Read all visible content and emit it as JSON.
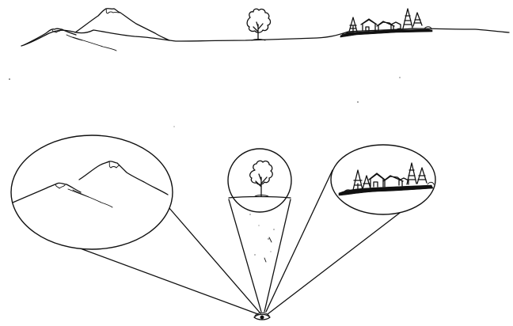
{
  "scene": {
    "ink_color": "#111111",
    "paper_color": "#ffffff",
    "top_landscape": [
      "mountains",
      "tree",
      "village"
    ],
    "views": [
      {
        "subject": "mountains"
      },
      {
        "subject": "tree"
      },
      {
        "subject": "village"
      }
    ],
    "viewpoint_icon": "eye-icon"
  }
}
